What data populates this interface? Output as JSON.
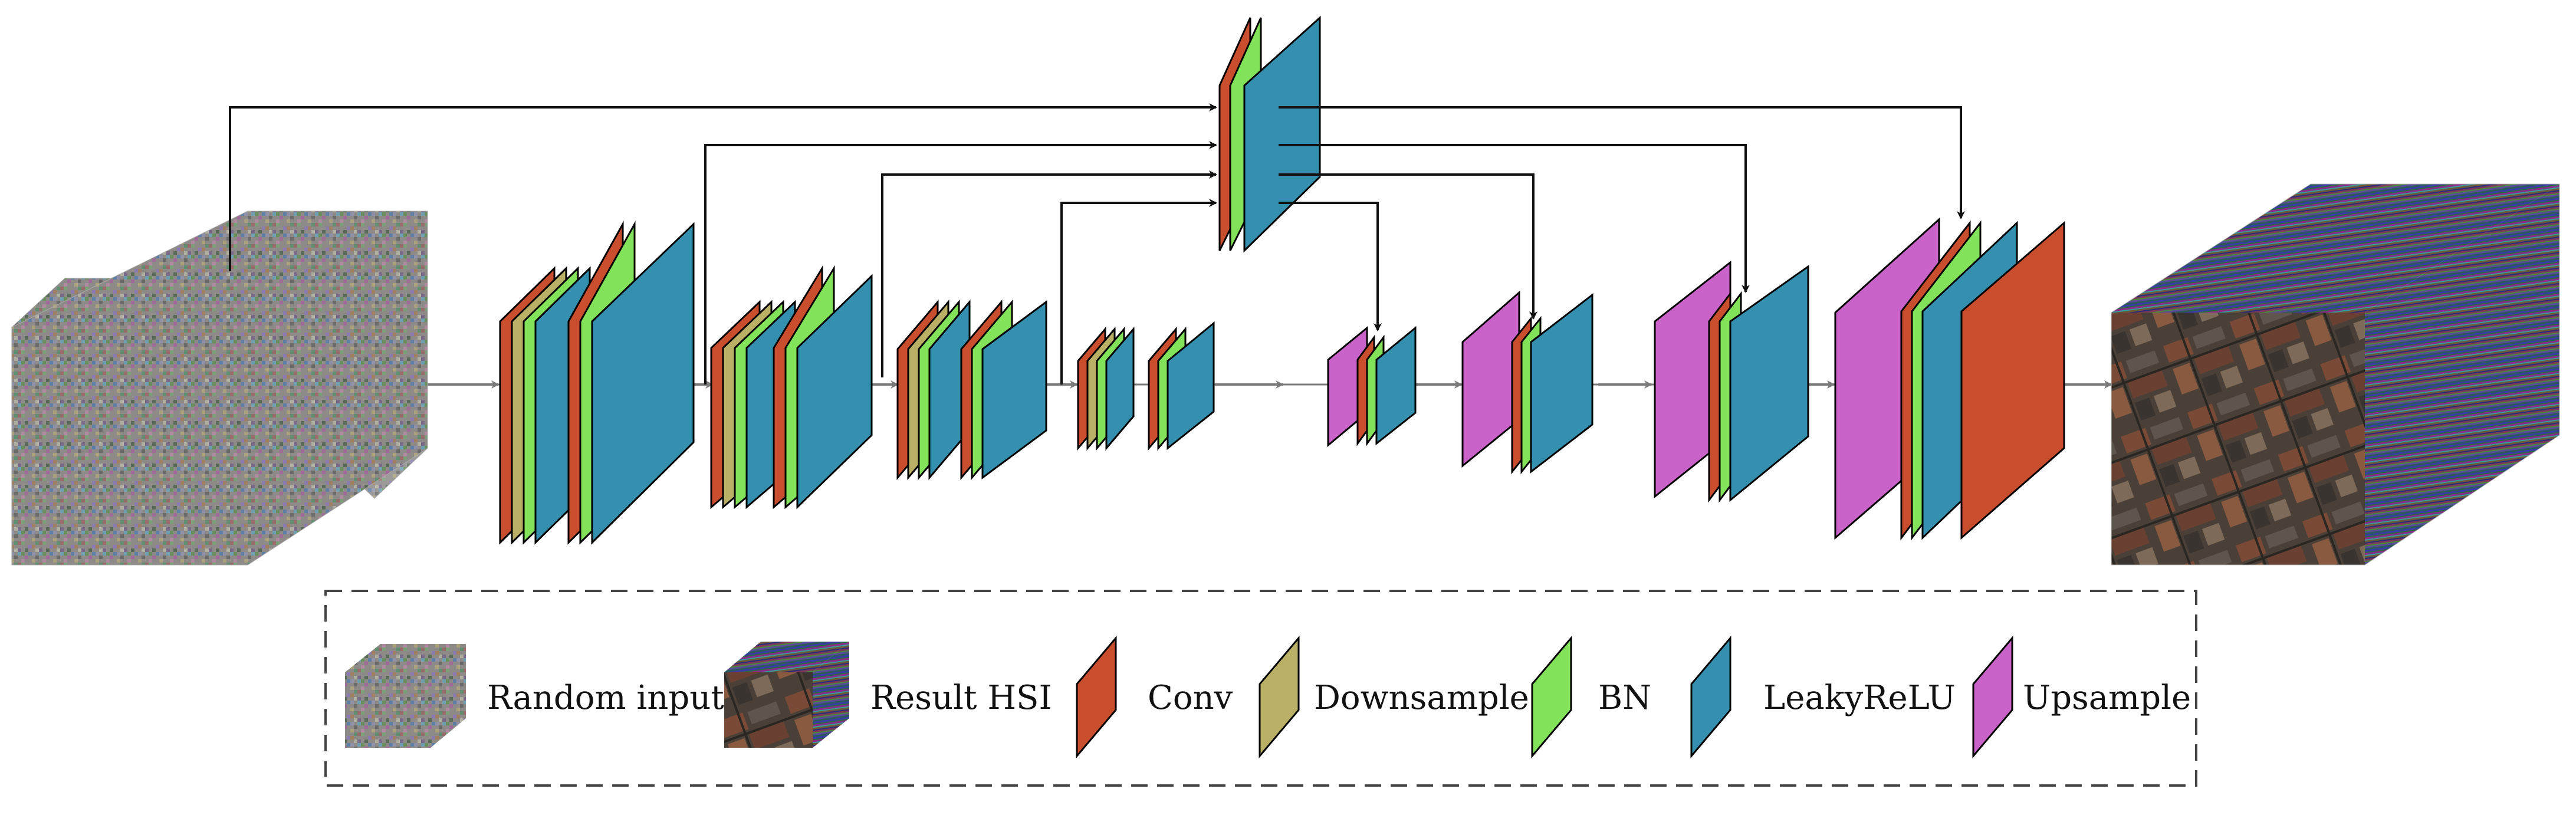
{
  "colors": {
    "conv": "#c94e2e",
    "downsample": "#b9b065",
    "bn": "#82e35a",
    "leakyrelu": "#3590b0",
    "upsample": "#c963c9",
    "arrow_main": "#7a7a7a",
    "arrow_skip": "#111111",
    "legend_border": "#444444"
  },
  "legend": [
    {
      "id": "random",
      "icon": "noise-cube-icon",
      "label": "Random input"
    },
    {
      "id": "result",
      "icon": "hsi-cube-icon",
      "label": "Result HSI"
    },
    {
      "id": "conv",
      "icon": "conv-layer-icon",
      "label": "Conv"
    },
    {
      "id": "downsample",
      "icon": "downsample-layer-icon",
      "label": "Downsample"
    },
    {
      "id": "bn",
      "icon": "bn-layer-icon",
      "label": "BN"
    },
    {
      "id": "leakyrelu",
      "icon": "leakyrelu-layer-icon",
      "label": "LeakyReLU"
    },
    {
      "id": "upsample",
      "icon": "upsample-layer-icon",
      "label": "Upsample"
    }
  ]
}
